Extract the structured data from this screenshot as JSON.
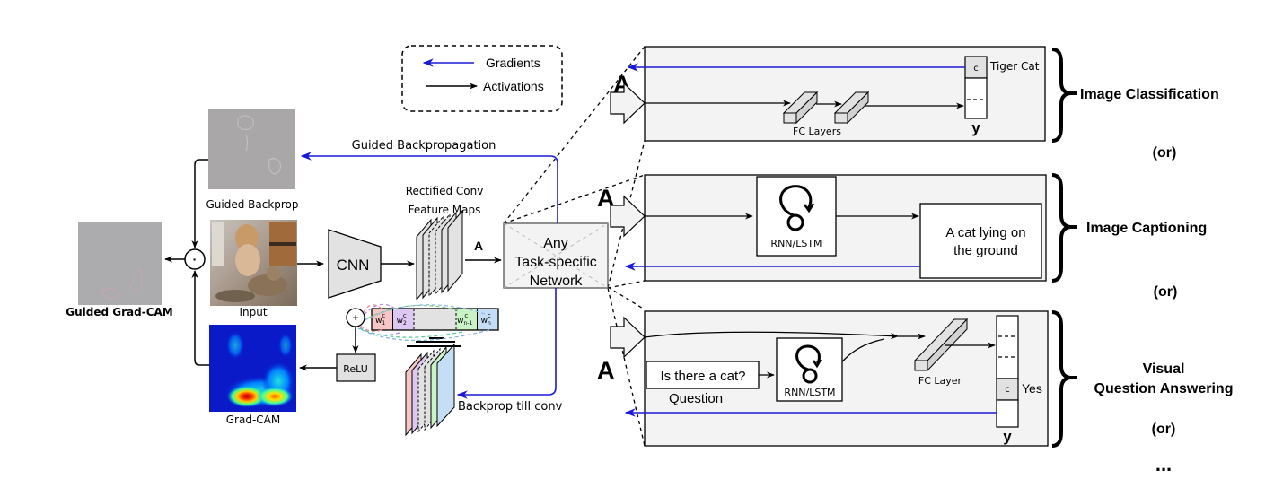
{
  "legend": {
    "gradients_label": "Gradients",
    "activations_label": "Activations"
  },
  "colors": {
    "gradient": "#1a1ad6",
    "activation": "#000000",
    "box_fill": "#f3f3f3",
    "block_fill": "#e2e2e2",
    "weight_colors": [
      "#f6c6c6",
      "#dcc8f2",
      "#e2e2e2",
      "#e2e2e2",
      "#c9f2c6",
      "#c6ddf6"
    ]
  },
  "left": {
    "guided_backprop_label": "Guided Backprop",
    "input_label": "Input",
    "gradcam_label": "Grad-CAM",
    "guided_gradcam_label": "Guided Grad-CAM",
    "pointwise_symbol": "·",
    "sum_symbol": "+",
    "relu_label": "ReLU",
    "guided_backpropagation_label": "Guided Backpropagation",
    "backprop_till_conv_label": "Backprop till conv"
  },
  "middle": {
    "cnn_label": "CNN",
    "feature_maps_line1": "Rectified Conv",
    "feature_maps_line2": "Feature Maps",
    "activation_symbol": "A",
    "network_line1": "Any",
    "network_line2": "Task-specific",
    "network_line3": "Network",
    "weights": [
      "w1c",
      "w2c",
      "",
      "",
      "wn-1c",
      "wnc"
    ]
  },
  "tasks": [
    {
      "name": "Image Classification",
      "input_symbol": "A",
      "fc_label": "FC Layers",
      "output_class": "c",
      "output_label": "Tiger Cat",
      "output_vector": "y"
    },
    {
      "name": "Image Captioning",
      "input_symbol": "A",
      "rnn_label": "RNN/LSTM",
      "caption_line1": "A cat lying on",
      "caption_line2": "the ground"
    },
    {
      "name_line1": "Visual",
      "name_line2": "Question Answering",
      "input_symbol": "A",
      "question_text": "Is there a cat?",
      "question_label": "Question",
      "rnn_label": "RNN/LSTM",
      "fc_label": "FC Layer",
      "output_class": "c",
      "output_label": "Yes",
      "output_vector": "y"
    }
  ],
  "separators": [
    "(or)",
    "(or)",
    "(or)"
  ],
  "ellipsis": "..."
}
